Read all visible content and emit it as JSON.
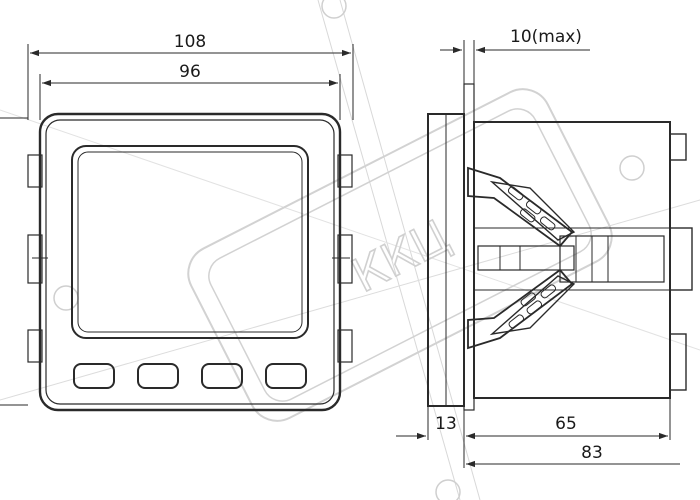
{
  "dimensions": {
    "overall_width": "108",
    "bezel_width": "96",
    "max_panel_thickness": "10(max)",
    "front_depth": "13",
    "body_depth": "65",
    "total_depth": "83"
  },
  "front_view": {
    "button_count": 4
  },
  "watermark": {
    "text": "ККЦ"
  },
  "colors": {
    "line": "#2a2a2a",
    "watermark": "#d0d0d0"
  }
}
